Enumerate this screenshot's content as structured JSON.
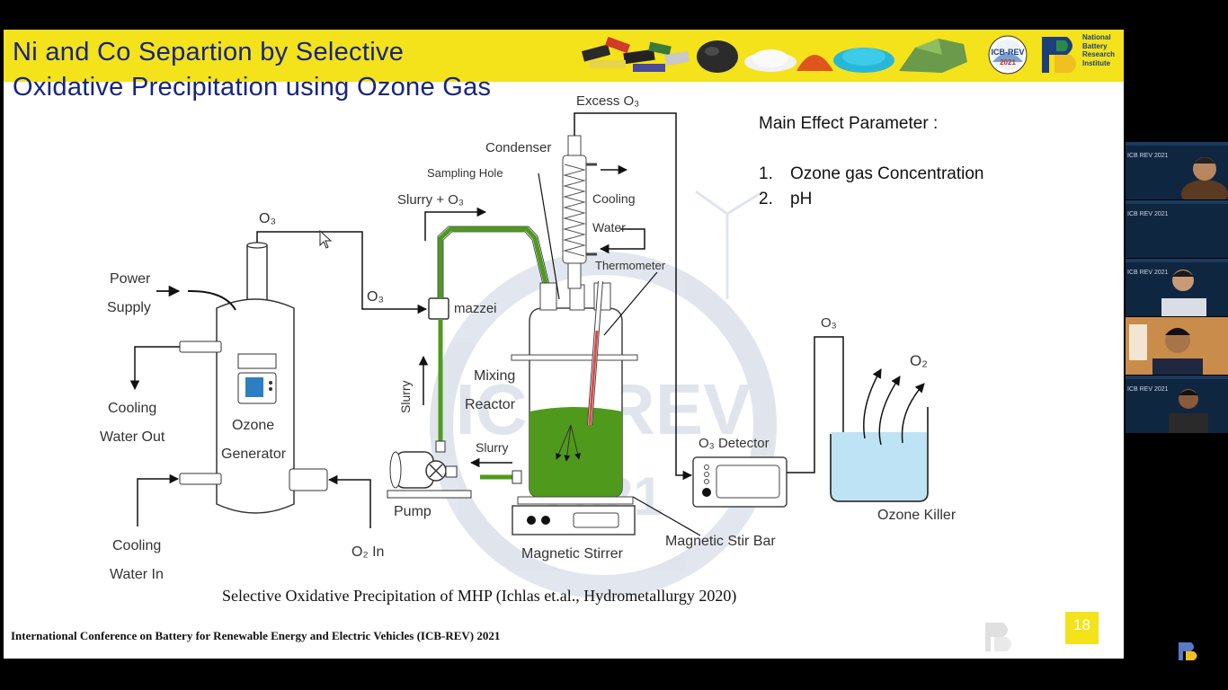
{
  "slide": {
    "title_line1": "Ni and Co Separtion by Selective",
    "title_line2": "Oxidative Precipitation using Ozone Gas",
    "params_heading": "Main Effect Parameter :",
    "params": [
      {
        "num": "1.",
        "text": "Ozone gas Concentration"
      },
      {
        "num": "2.",
        "text": "pH"
      }
    ],
    "caption": "Selective Oxidative Precipitation of MHP (Ichlas et.al., Hydrometallurgy 2020)",
    "footer": "International Conference on Battery for Renewable Energy and Electric Vehicles (ICB-REV) 2021",
    "slide_number": "18",
    "badge_icb": "ICB-REV",
    "badge_year": "2021",
    "nbri_line1": "National",
    "nbri_line2": "Battery",
    "nbri_line3": "Research",
    "nbri_line4": "Institute"
  },
  "diagram": {
    "power": "Power",
    "supply": "Supply",
    "cool_out1": "Cooling",
    "cool_out2": "Water Out",
    "ozone1": "Ozone",
    "ozone2": "Generator",
    "cool_in1": "Cooling",
    "cool_in2": "Water In",
    "o2_in": "O₂ In",
    "o3_a": "O₃",
    "o3_b": "O₃",
    "mazzei": "mazzei",
    "slurry_o3": "Slurry + O₃",
    "slurry_up": "Slurry",
    "slurry_back": "Slurry",
    "pump": "Pump",
    "mixing": "Mixing",
    "reactor": "Reactor",
    "excess": "Excess O₃",
    "condenser": "Condenser",
    "sampling": "Sampling Hole",
    "cooling": "Cooling",
    "water": "Water",
    "thermometer": "Thermometer",
    "stirrer": "Magnetic Stirrer",
    "stir_bar": "Magnetic Stir Bar",
    "detector": "O₃ Detector",
    "o3_c": "O₃",
    "o2": "O₂",
    "killer": "Ozone Killer"
  },
  "participants": [
    "ICB REV 2021",
    "ICB REV 2021",
    "ICB REV 2021",
    "",
    "ICB REV 2021"
  ],
  "colors": {
    "banner": "#f4e21a",
    "title": "#17257a",
    "slurry_green": "#4f9a1c",
    "water_blue": "#bde3f5"
  }
}
